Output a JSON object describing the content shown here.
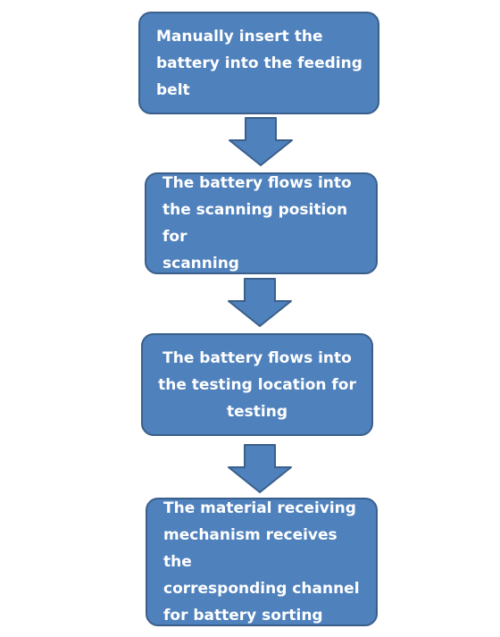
{
  "steps": [
    {
      "text": "Manually insert the\nbattery into the feeding\nbelt"
    },
    {
      "text": "The battery flows into\nthe scanning position for\nscanning"
    },
    {
      "text": "The battery flows into\nthe testing location for\ntesting"
    },
    {
      "text": "The material receiving\nmechanism receives the\ncorresponding channel\nfor battery sorting"
    }
  ],
  "colors": {
    "box_fill": "#4f81bd",
    "box_border": "#3a5f8b",
    "text": "#ffffff"
  },
  "icons": [
    "down-arrow-icon"
  ]
}
